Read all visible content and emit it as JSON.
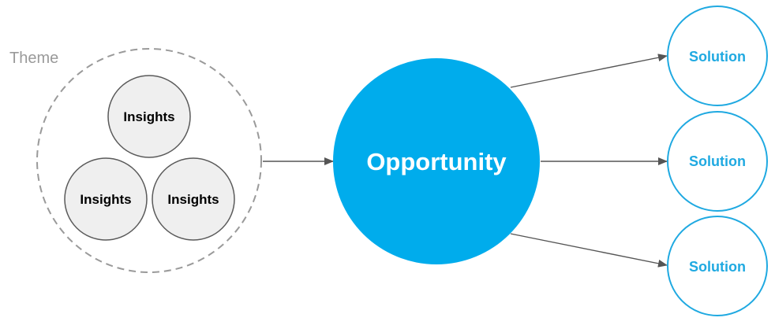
{
  "theme": {
    "label": "Theme"
  },
  "insights": [
    {
      "label": "Insights"
    },
    {
      "label": "Insights"
    },
    {
      "label": "Insights"
    }
  ],
  "opportunity": {
    "label": "Opportunity"
  },
  "solutions": [
    {
      "label": "Solution"
    },
    {
      "label": "Solution"
    },
    {
      "label": "Solution"
    }
  ],
  "colors": {
    "opportunity_fill": "#00acec",
    "solution_stroke": "#1fa9e1",
    "solution_text": "#1fa9e1",
    "insight_fill": "#efefef",
    "insight_stroke": "#5a5a5a",
    "theme_dash": "#9a9a9a",
    "theme_text": "#9a9a9a",
    "arrow": "#555555"
  }
}
